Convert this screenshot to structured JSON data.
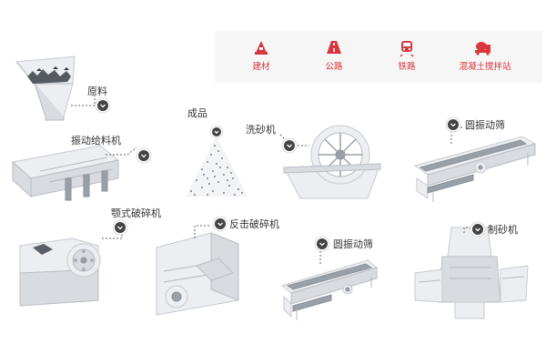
{
  "applications": [
    {
      "label": "建材",
      "icon": "building-materials-icon"
    },
    {
      "label": "公路",
      "icon": "highway-icon"
    },
    {
      "label": "铁路",
      "icon": "railway-train-icon"
    },
    {
      "label": "混凝土搅拌站",
      "icon": "concrete-mixer-truck-icon"
    }
  ],
  "process": {
    "raw_material": "原料",
    "vibrating_feeder": "振动给料机",
    "jaw_crusher": "颚式破碎机",
    "impact_crusher": "反击破碎机",
    "vibrating_screen_1": "圆振动筛",
    "sand_maker": "制砂机",
    "sand_washer": "洗砂机",
    "vibrating_screen_2": "圆振动筛",
    "finished_product": "成品"
  },
  "colors": {
    "accent_red": "#d9363e",
    "pin_dark": "#444444",
    "panel_bg": "#f6f6f7"
  }
}
